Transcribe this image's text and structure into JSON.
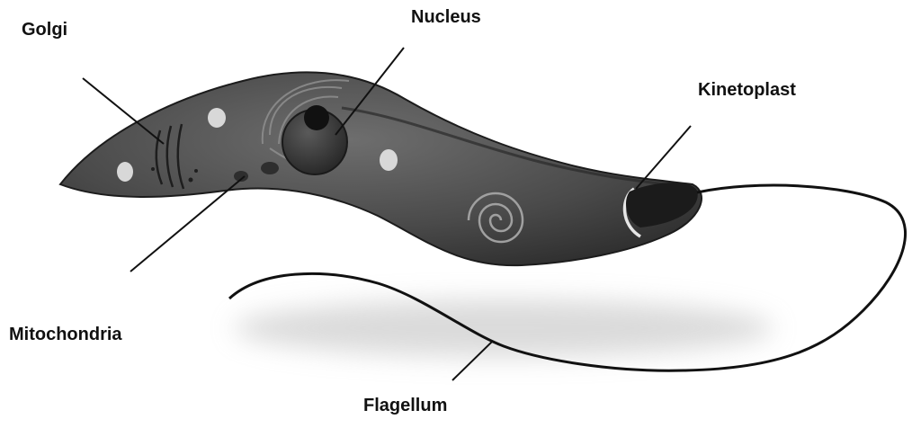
{
  "diagram": {
    "labels": {
      "golgi": "Golgi",
      "nucleus": "Nucleus",
      "kinetoplast": "Kinetoplast",
      "mitochondria": "Mitochondria",
      "flagellum": "Flagellum"
    }
  }
}
